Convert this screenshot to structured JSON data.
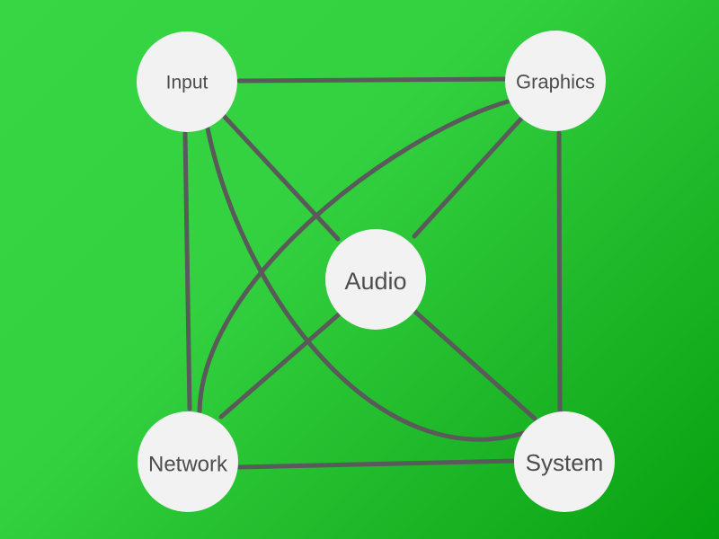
{
  "diagram": {
    "background_colors": [
      "#37d645",
      "#06a10f"
    ],
    "node_fill": "#f2f2f2",
    "edge_color": "#5a5a5a",
    "label_color": "#4d4d4d",
    "nodes": {
      "input": "Input",
      "graphics": "Graphics",
      "audio": "Audio",
      "network": "Network",
      "system": "System"
    },
    "edges": [
      [
        "input",
        "graphics"
      ],
      [
        "input",
        "network"
      ],
      [
        "input",
        "audio"
      ],
      [
        "input",
        "system"
      ],
      [
        "graphics",
        "system"
      ],
      [
        "graphics",
        "audio"
      ],
      [
        "graphics",
        "network"
      ],
      [
        "audio",
        "network"
      ],
      [
        "audio",
        "system"
      ],
      [
        "network",
        "system"
      ]
    ]
  }
}
